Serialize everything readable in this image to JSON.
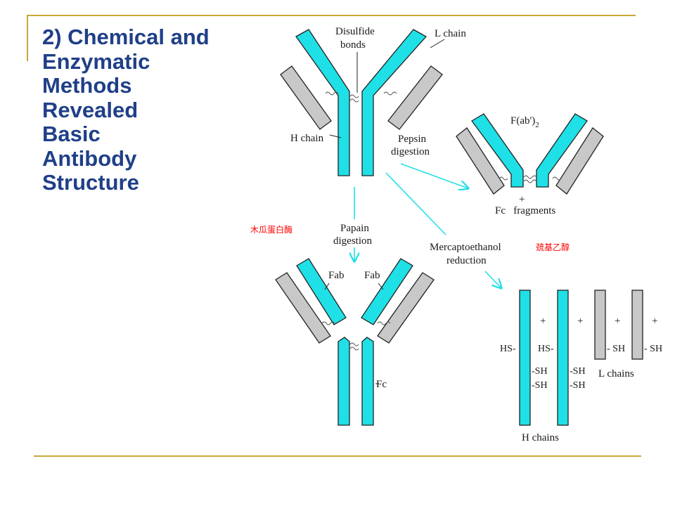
{
  "slide": {
    "title_lines": [
      "2) Chemical and",
      "Enzymatic",
      "Methods",
      "Revealed",
      "Basic",
      "Antibody",
      "Structure"
    ],
    "accent_color": "#1f3f88",
    "rule_color": "#c8a83a"
  },
  "diagram": {
    "colors": {
      "heavy_chain": "#1fe0e6",
      "light_chain": "#c8c8c8",
      "arrow": "#23dfe6",
      "chinese_note": "#ff0000"
    },
    "labels": {
      "disulfide_bonds_line1": "Disulfide",
      "disulfide_bonds_line2": "bonds",
      "l_chain": "L chain",
      "h_chain": "H chain",
      "pepsin_line1": "Pepsin",
      "pepsin_line2": "digestion",
      "fab2": "F(ab')",
      "fab2_sub": "2",
      "plus": "+",
      "fc_fragments": "Fc   fragments",
      "papain_line1": "Papain",
      "papain_line2": "digestion",
      "mercapto_line1": "Mercaptoethanol",
      "mercapto_line2": "reduction",
      "papain_zh": "木瓜蛋白酶",
      "mercapto_zh": "巯基乙醇",
      "fab_left": "Fab",
      "fab_right": "Fab",
      "fc": "Fc",
      "hs": "HS-",
      "sh": "-SH",
      "sh_right": "- SH",
      "l_chains": "L chains",
      "h_chains": "H chains"
    }
  }
}
